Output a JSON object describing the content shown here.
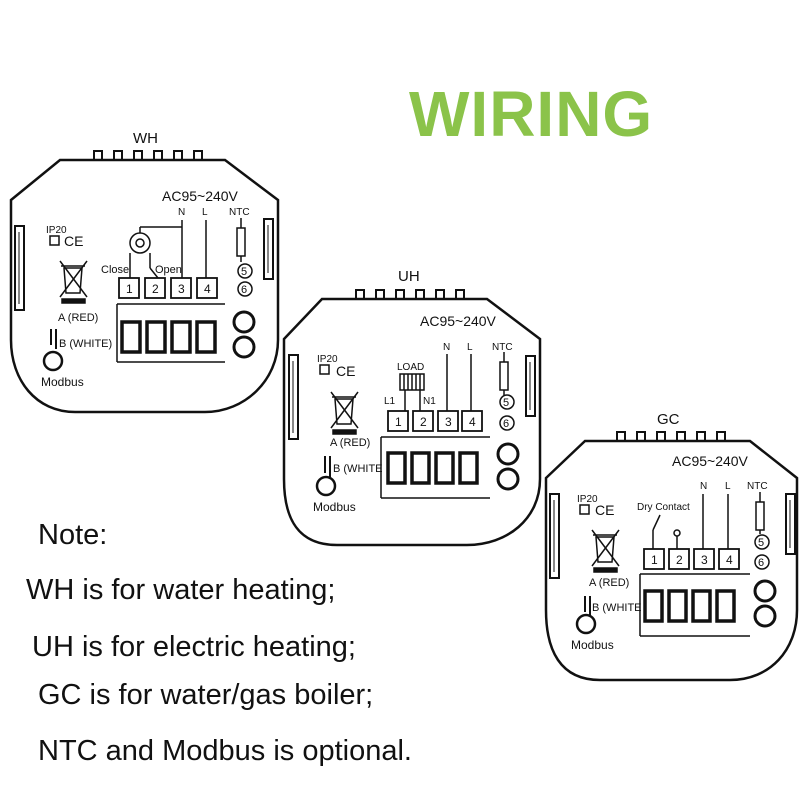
{
  "title": {
    "text": "WIRING",
    "color": "#8bc34a"
  },
  "panels": {
    "wh": {
      "name": "WH",
      "voltage": "AC95~240V",
      "n": "N",
      "l": "L",
      "ntc": "NTC",
      "ip": "IP20",
      "ce": "CE",
      "close": "Close",
      "open": "Open",
      "terminals": [
        "1",
        "2",
        "3",
        "4"
      ],
      "ntc_terminals": [
        "5",
        "6"
      ],
      "a_red": "A (RED)",
      "b_white": "B (WHITE)",
      "modbus": "Modbus"
    },
    "uh": {
      "name": "UH",
      "voltage": "AC95~240V",
      "n": "N",
      "l": "L",
      "ntc": "NTC",
      "ip": "IP20",
      "ce": "CE",
      "load": "LOAD",
      "l1": "L1",
      "n1": "N1",
      "terminals": [
        "1",
        "2",
        "3",
        "4"
      ],
      "ntc_terminals": [
        "5",
        "6"
      ],
      "a_red": "A (RED)",
      "b_white": "B (WHITE",
      "modbus": "Modbus"
    },
    "gc": {
      "name": "GC",
      "voltage": "AC95~240V",
      "n": "N",
      "l": "L",
      "ntc": "NTC",
      "ip": "IP20",
      "ce": "CE",
      "dry_contact": "Dry Contact",
      "terminals": [
        "1",
        "2",
        "3",
        "4"
      ],
      "ntc_terminals": [
        "5",
        "6"
      ],
      "a_red": "A (RED)",
      "b_white": "B (WHITE",
      "modbus": "Modbus"
    }
  },
  "notes": [
    "Note:",
    "WH is for water heating;",
    "UH is for electric heating;",
    "GC is for water/gas boiler;",
    "NTC and Modbus is optional."
  ]
}
